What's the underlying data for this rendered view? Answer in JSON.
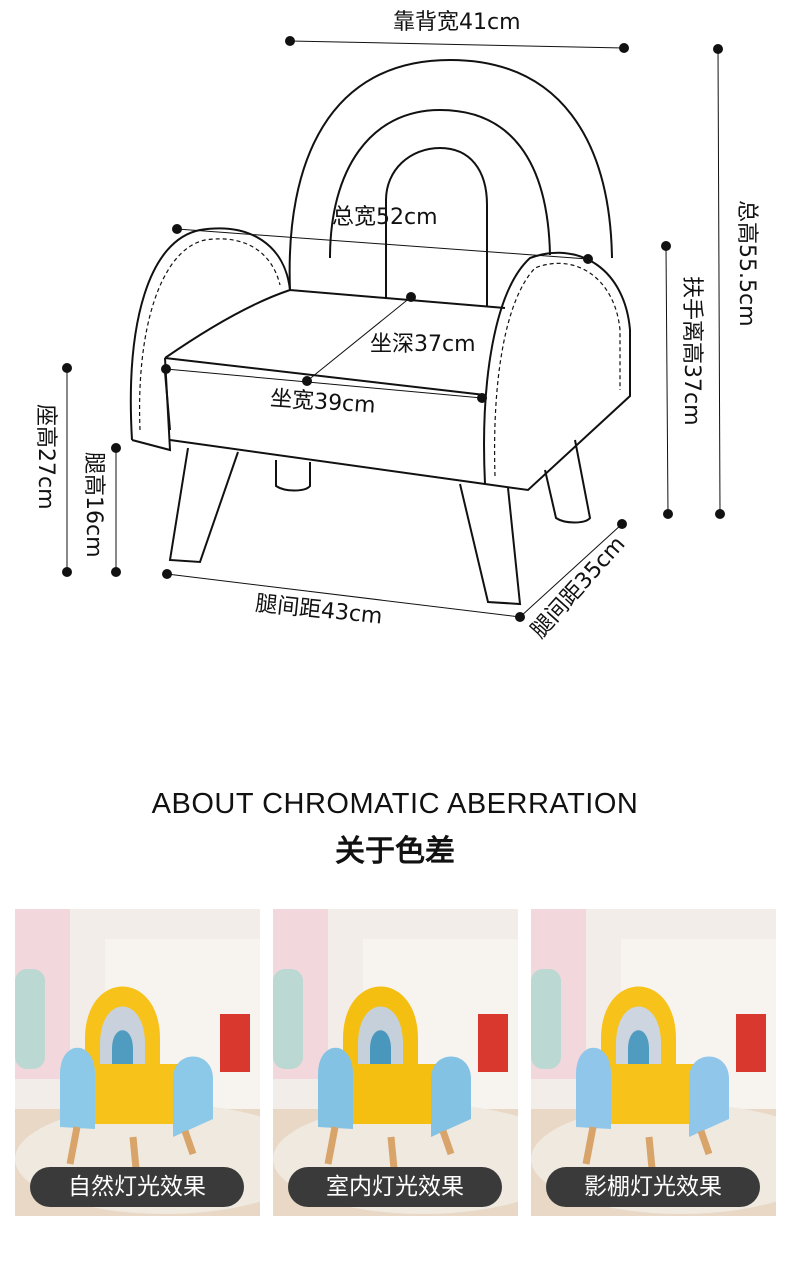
{
  "dimensions": {
    "backrest_width": "靠背宽41cm",
    "total_width": "总宽52cm",
    "seat_depth": "坐深37cm",
    "seat_width": "坐宽39cm",
    "seat_height": "座高27cm",
    "leg_height": "腿高16cm",
    "leg_spacing_front": "腿间距43cm",
    "leg_spacing_side": "腿间距35cm",
    "armrest_height": "扶手离高37cm",
    "total_height": "总高55.5cm"
  },
  "section": {
    "title_en": "ABOUT CHROMATIC ABERRATION",
    "title_zh": "关于色差"
  },
  "photos": [
    {
      "caption": "自然灯光效果"
    },
    {
      "caption": "室内灯光效果"
    },
    {
      "caption": "影棚灯光效果"
    }
  ],
  "colors": {
    "yellow": "#f7c21a",
    "blue": "#8cc8e8",
    "grey": "#c9d2dc",
    "teal": "#4f9cc0",
    "caption_bg": "#3a3a3a"
  }
}
